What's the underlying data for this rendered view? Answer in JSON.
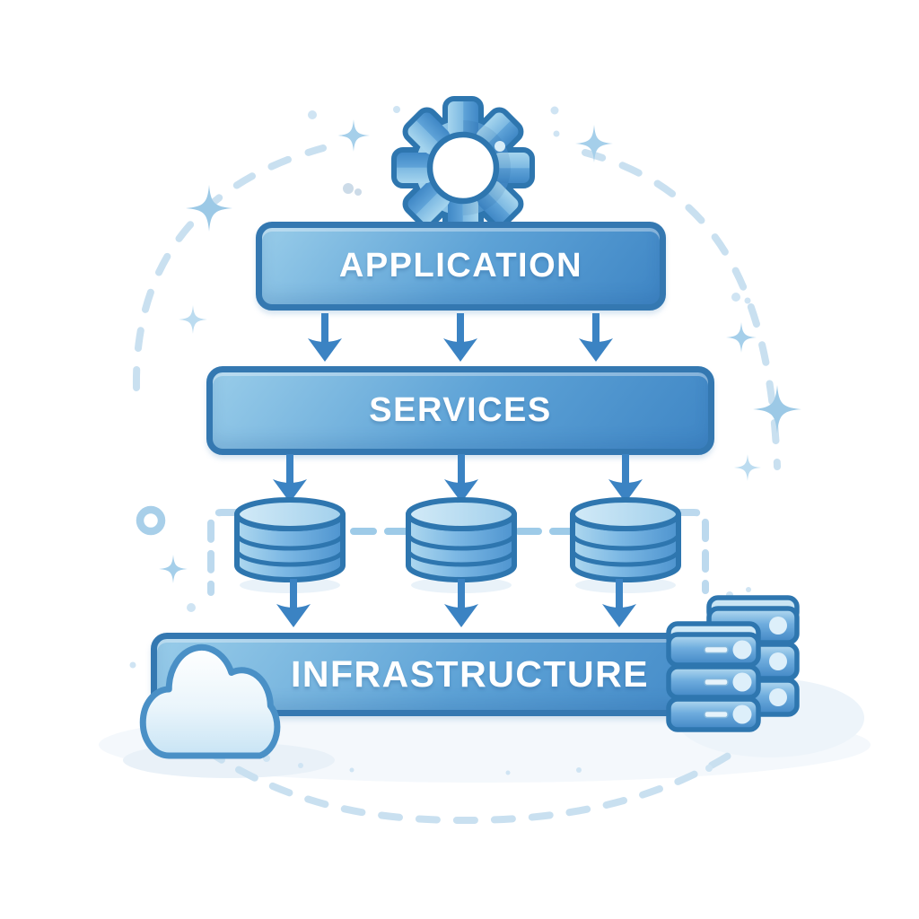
{
  "diagram": {
    "type": "layered-architecture",
    "layers": [
      {
        "label": "APPLICATION",
        "icon": "gear-icon"
      },
      {
        "label": "SERVICES",
        "icon": "database-icon"
      },
      {
        "label": "INFRASTRUCTURE",
        "icons": [
          "cloud-icon",
          "server-stack-icon"
        ]
      }
    ],
    "databases": {
      "count": 3
    },
    "server_stacks": {
      "count": 2,
      "units_per_stack": 3
    },
    "arrows": {
      "rows": 3,
      "per_row": 3
    },
    "decorations": {
      "sparkles": 8,
      "dashed_boundary": true,
      "circle_ring": 1
    },
    "colors": {
      "outline": "#2e76af",
      "box_border": "#3478b1",
      "fill_light": "#98cce9",
      "fill_mid": "#5da2d6",
      "fill_dark": "#3f86c5",
      "arrow": "#3b83c3",
      "decoration": "#a5cfea",
      "dashed_line": "#c9e0f0",
      "shadow": "#eef4fa",
      "label_text": "#ffffff"
    }
  }
}
